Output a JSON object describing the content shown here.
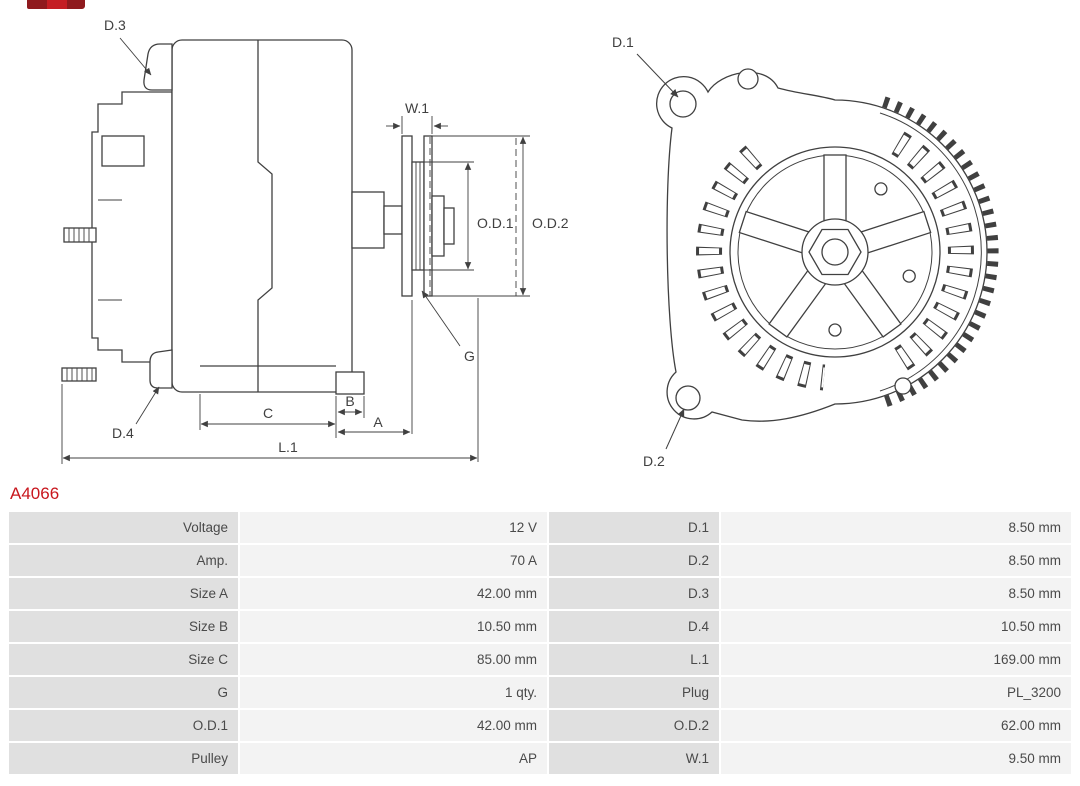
{
  "colors": {
    "accent_red": "#c8161d",
    "drawing_line": "#404040",
    "label_cell_bg": "#e0e0e0",
    "value_cell_bg": "#f3f3f3"
  },
  "header": {
    "logo_icon": "as-pl-logo"
  },
  "part_number": "A4066",
  "diagram": {
    "side_view": {
      "d3": "D.3",
      "d4": "D.4",
      "w1": "W.1",
      "od1": "O.D.1",
      "od2": "O.D.2",
      "g": "G",
      "a": "A",
      "b": "B",
      "c": "C",
      "l1": "L.1"
    },
    "front_view": {
      "d1": "D.1",
      "d2": "D.2"
    }
  },
  "specs": {
    "rows": [
      {
        "label1": "Voltage",
        "value1": "12 V",
        "label2": "D.1",
        "value2": "8.50 mm"
      },
      {
        "label1": "Amp.",
        "value1": "70 A",
        "label2": "D.2",
        "value2": "8.50 mm"
      },
      {
        "label1": "Size A",
        "value1": "42.00 mm",
        "label2": "D.3",
        "value2": "8.50 mm"
      },
      {
        "label1": "Size B",
        "value1": "10.50 mm",
        "label2": "D.4",
        "value2": "10.50 mm"
      },
      {
        "label1": "Size C",
        "value1": "85.00 mm",
        "label2": "L.1",
        "value2": "169.00 mm"
      },
      {
        "label1": "G",
        "value1": "1 qty.",
        "label2": "Plug",
        "value2": "PL_3200"
      },
      {
        "label1": "O.D.1",
        "value1": "42.00 mm",
        "label2": "O.D.2",
        "value2": "62.00 mm"
      },
      {
        "label1": "Pulley",
        "value1": "AP",
        "label2": "W.1",
        "value2": "9.50 mm"
      }
    ]
  }
}
